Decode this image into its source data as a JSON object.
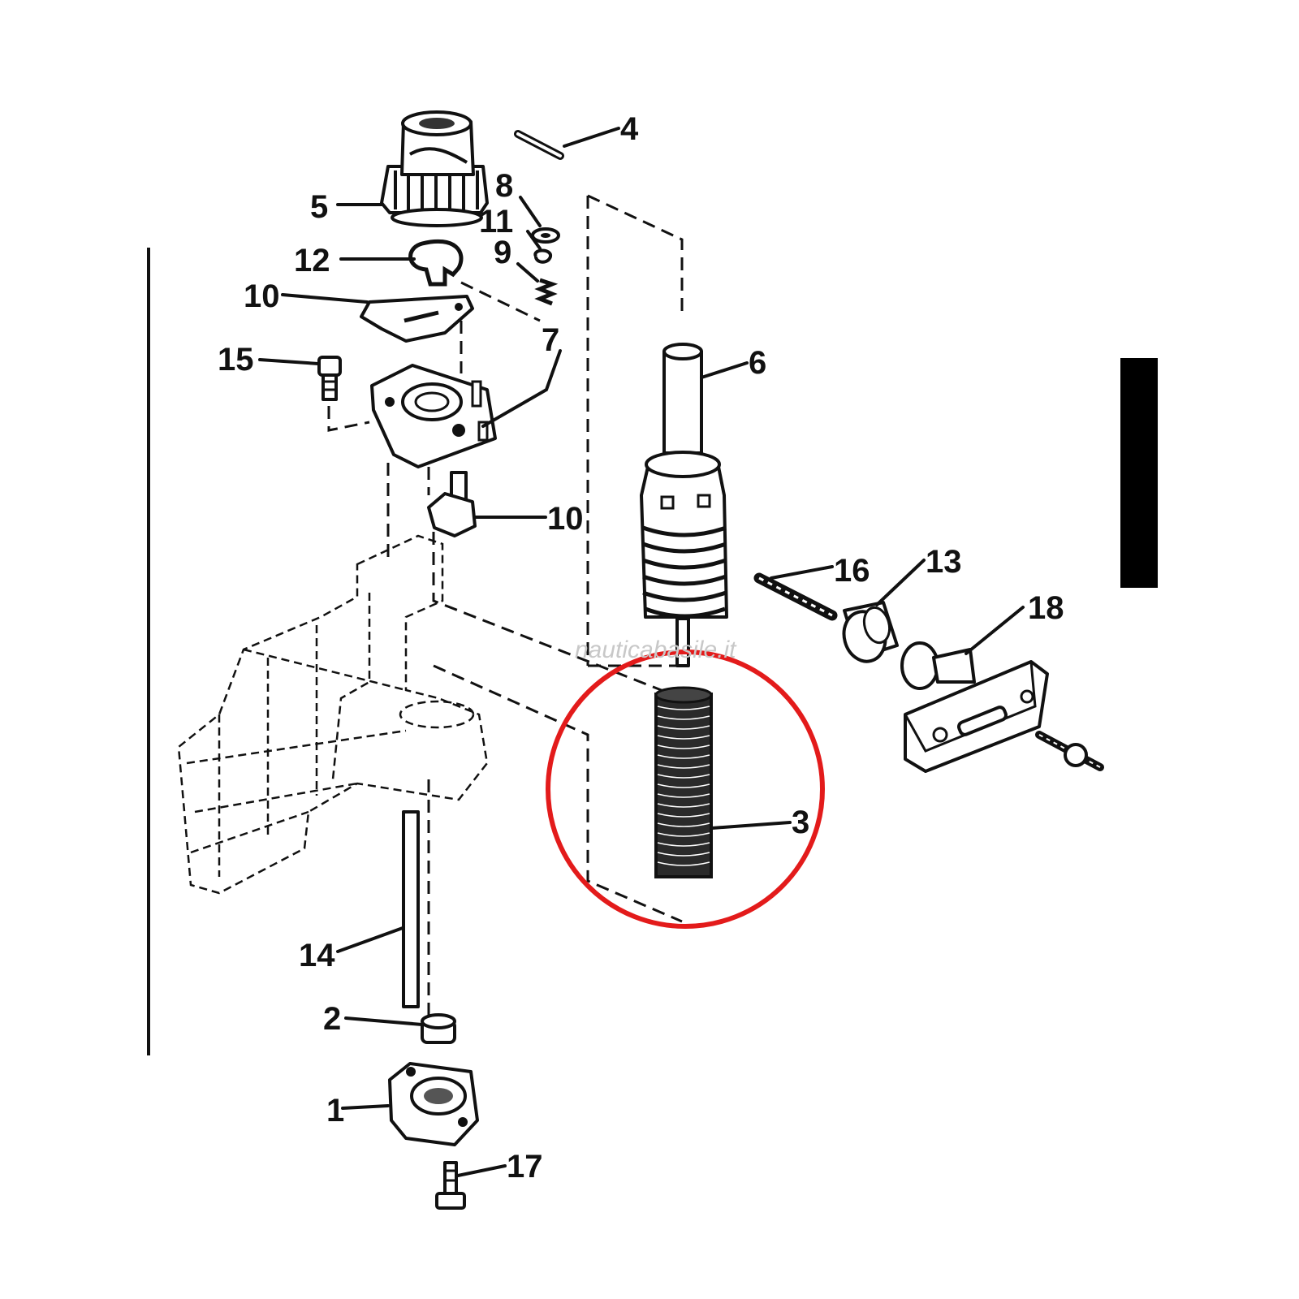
{
  "callouts": [
    {
      "id": "c4",
      "label": "4"
    },
    {
      "id": "c5",
      "label": "5"
    },
    {
      "id": "c8",
      "label": "8"
    },
    {
      "id": "c11",
      "label": "11"
    },
    {
      "id": "c12",
      "label": "12"
    },
    {
      "id": "c9",
      "label": "9"
    },
    {
      "id": "c10a",
      "label": "10"
    },
    {
      "id": "c15",
      "label": "15"
    },
    {
      "id": "c7",
      "label": "7"
    },
    {
      "id": "c6",
      "label": "6"
    },
    {
      "id": "c10b",
      "label": "10"
    },
    {
      "id": "c16",
      "label": "16"
    },
    {
      "id": "c13",
      "label": "13"
    },
    {
      "id": "c18",
      "label": "18"
    },
    {
      "id": "c3",
      "label": "3"
    },
    {
      "id": "c14",
      "label": "14"
    },
    {
      "id": "c2",
      "label": "2"
    },
    {
      "id": "c1",
      "label": "1"
    },
    {
      "id": "c17",
      "label": "17"
    }
  ],
  "watermark": "nauticabasile.it",
  "highlight": {
    "part": "3",
    "color": "#e31b1b"
  },
  "colors": {
    "ink": "#111111",
    "background": "#ffffff",
    "tab": "#000000"
  }
}
